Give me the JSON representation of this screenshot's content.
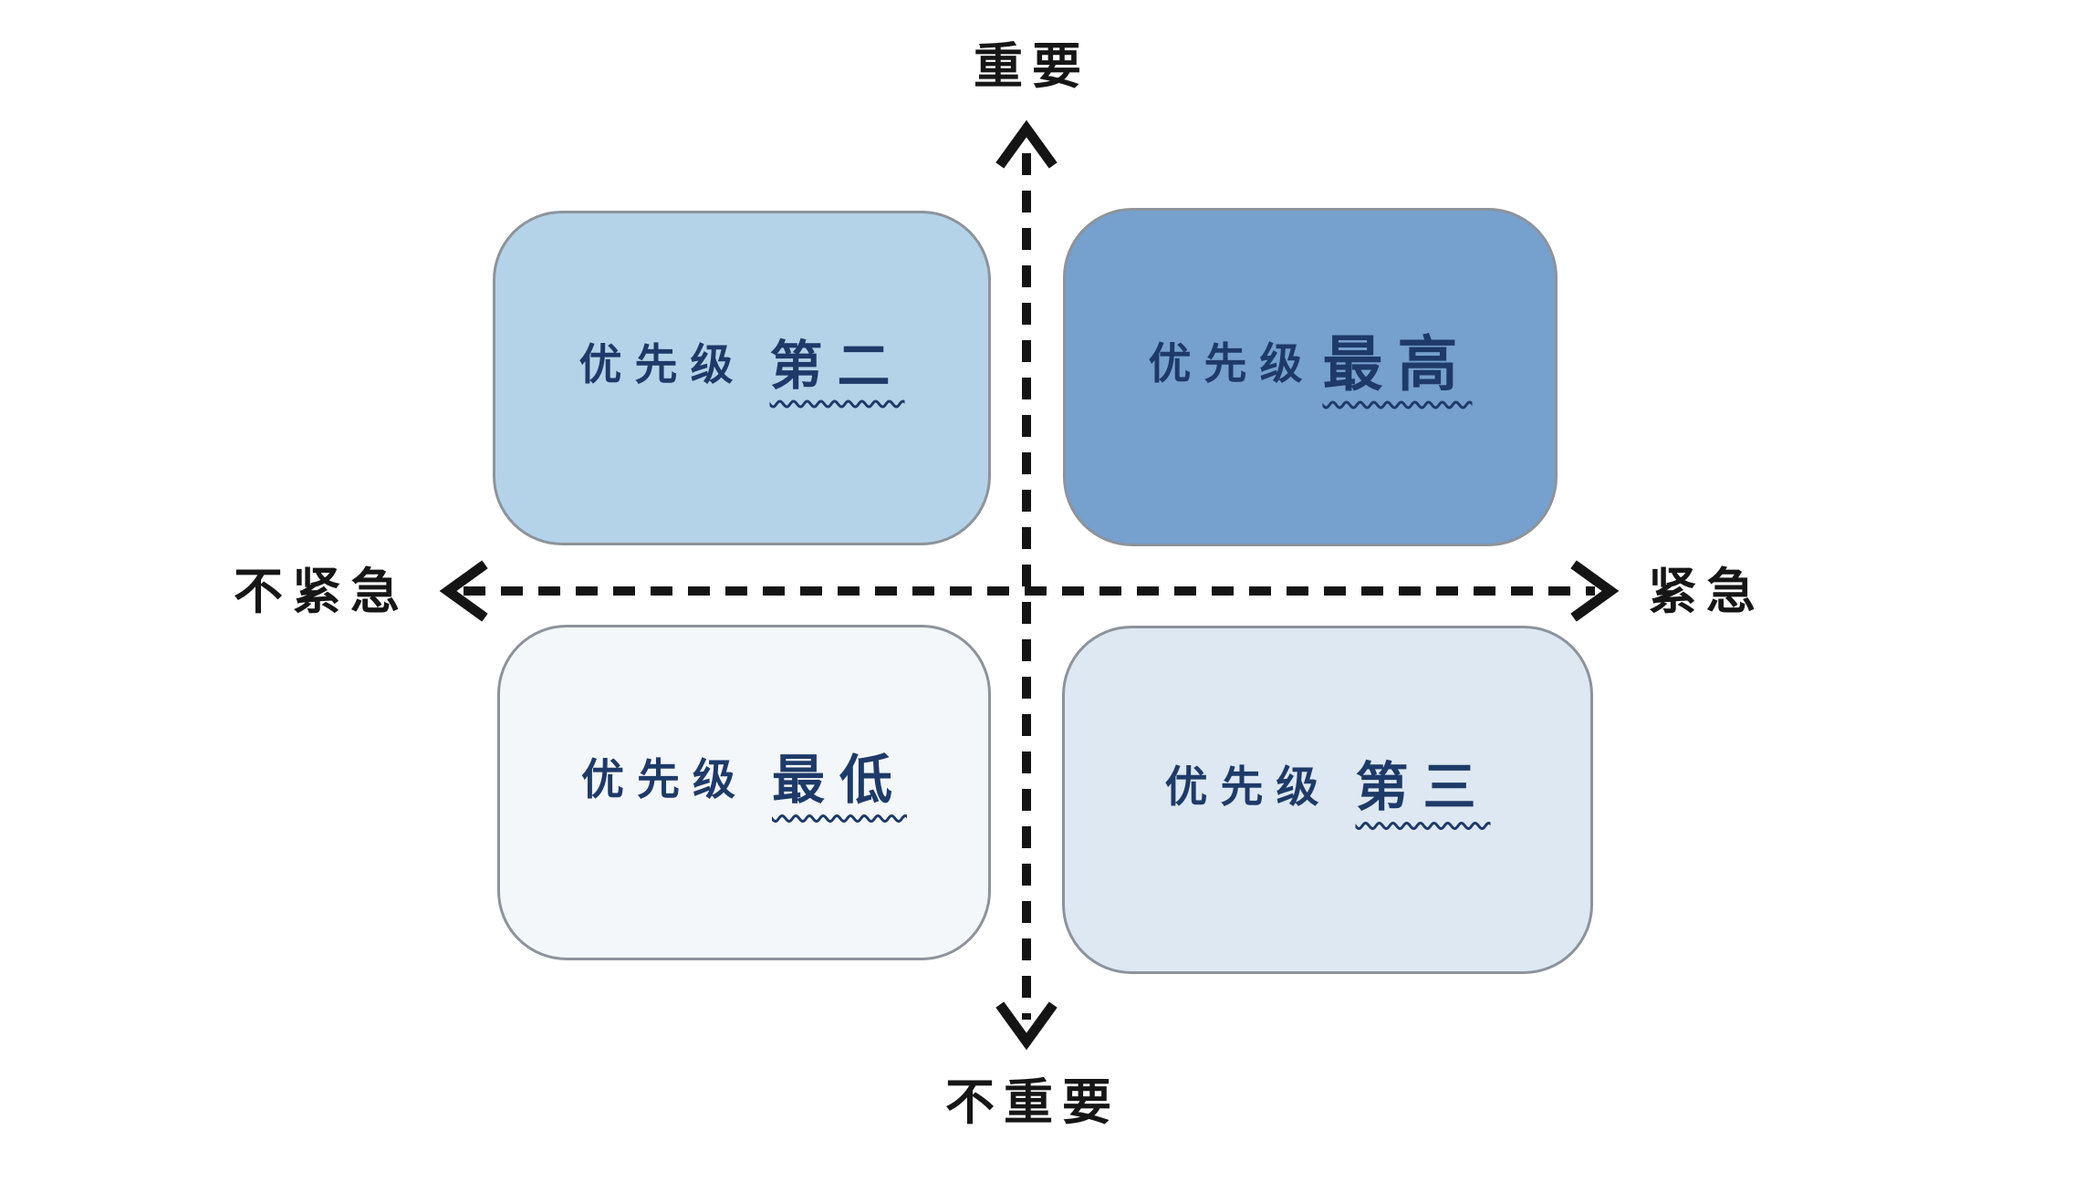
{
  "matrix": {
    "title_hint": "priority-quadrant-diagram",
    "axes": {
      "top": "重要",
      "bottom": "不重要",
      "left": "不紧急",
      "right": "紧急"
    },
    "quadrants": [
      {
        "id": "top-left",
        "meaning": "important-not-urgent",
        "prefix": "优先级",
        "value": "第二",
        "bg": "#b5d3e8"
      },
      {
        "id": "top-right",
        "meaning": "important-urgent",
        "prefix": "优先级",
        "value": "最高",
        "bg": "#76a0ce"
      },
      {
        "id": "bottom-left",
        "meaning": "not-important-not-urgent",
        "prefix": "优先级",
        "value": "最低",
        "bg": "#f3f7f9"
      },
      {
        "id": "bottom-right",
        "meaning": "not-important-urgent",
        "prefix": "优先级",
        "value": "第三",
        "bg": "#dde8f2"
      }
    ],
    "colors": {
      "quadrant_text": "#1e3a68",
      "axis_line": "#141414",
      "axis_label_text": "#161616",
      "card_border": "#8d939b",
      "background": "#ffffff"
    }
  }
}
